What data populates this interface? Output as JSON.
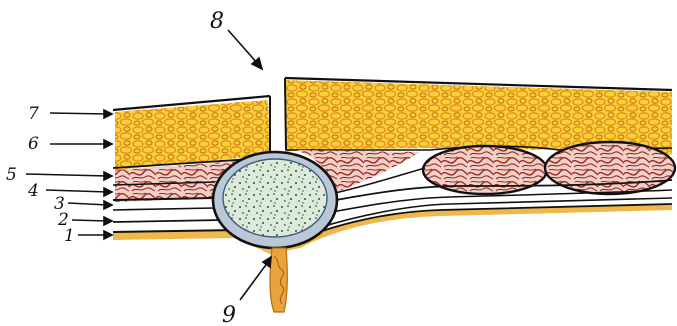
{
  "diagram": {
    "labels": {
      "l1": "1",
      "l2": "2",
      "l3": "3",
      "l4": "4",
      "l5": "5",
      "l6": "6",
      "l7": "7",
      "l8": "8",
      "l9": "9"
    },
    "colors": {
      "fat_fill": "#f5d23a",
      "fat_lobule": "#e98a1a",
      "muscle_fill": "#f1d0c8",
      "muscle_fiber": "#a0281e",
      "cyst_fill": "#d9e7d6",
      "cyst_dots": "#1f5a2e",
      "cyst_wall": "#8aa0b8",
      "outline": "#111111",
      "pedicle": "#e7a43a"
    }
  }
}
